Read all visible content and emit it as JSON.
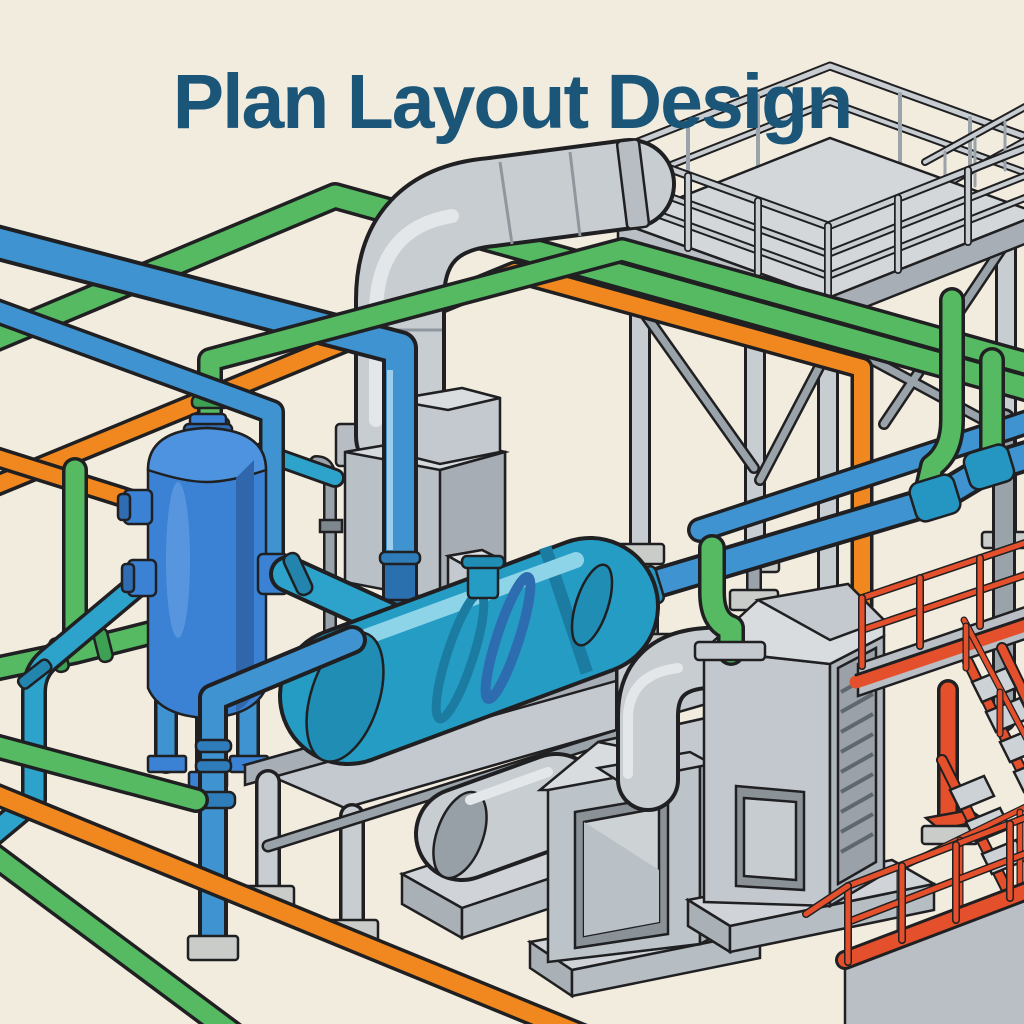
{
  "title": "Plan Layout Design",
  "palette": {
    "background": "#f2ecdf",
    "title_text": "#1b5679",
    "pipe_green": "#55ba62",
    "pipe_blue": "#3e93d0",
    "pipe_cyan": "#2da3cc",
    "pipe_orange": "#f0881f",
    "vessel_blue": "#3b82d4",
    "exchanger_cyan": "#249cc4",
    "steel_gray": "#c8cdd2",
    "steel_shadow": "#9aa2aa",
    "structure_red": "#e5502c",
    "outline": "#202022"
  },
  "scene": {
    "style": "isometric industrial plant illustration",
    "elements": [
      {
        "name": "elevated-walkway-platform",
        "type": "steel structure with guard rails and braced legs",
        "color": "#c8cdd2"
      },
      {
        "name": "large-duct-elbow",
        "type": "overhead gray duct with 90-degree bend",
        "color": "#c8cdd2"
      },
      {
        "name": "vertical-vessel",
        "type": "blue pressure vessel with legs and nozzles",
        "color": "#3b82d4"
      },
      {
        "name": "horizontal-heat-exchanger",
        "type": "cyan shell-and-tube exchanger on stand",
        "color": "#249cc4"
      },
      {
        "name": "process-machine-block",
        "type": "gray equipment cabinet",
        "color": "#b9c0c6"
      },
      {
        "name": "pump-with-motor",
        "type": "gray pump unit on pad",
        "color": "#b9c0c6"
      },
      {
        "name": "exhaust-fan-unit",
        "type": "gray fan housing with stack elbow",
        "color": "#bcc3c9"
      },
      {
        "name": "air-handling-unit",
        "type": "gray louvered AHU cabinet",
        "color": "#c2c8cd"
      },
      {
        "name": "red-access-stair",
        "type": "red platform with stairs and railing",
        "color": "#e5502c"
      },
      {
        "name": "red-lower-platform",
        "type": "red guard-railed deck",
        "color": "#e5502c"
      },
      {
        "name": "green-process-pipes",
        "type": "piping run",
        "color": "#55ba62"
      },
      {
        "name": "blue-process-pipes",
        "type": "piping run",
        "color": "#3e93d0"
      },
      {
        "name": "orange-process-pipes",
        "type": "piping run",
        "color": "#f0881f"
      },
      {
        "name": "concrete-footings",
        "type": "equipment and pipe support pads",
        "color": "#c9ccc9"
      }
    ]
  }
}
